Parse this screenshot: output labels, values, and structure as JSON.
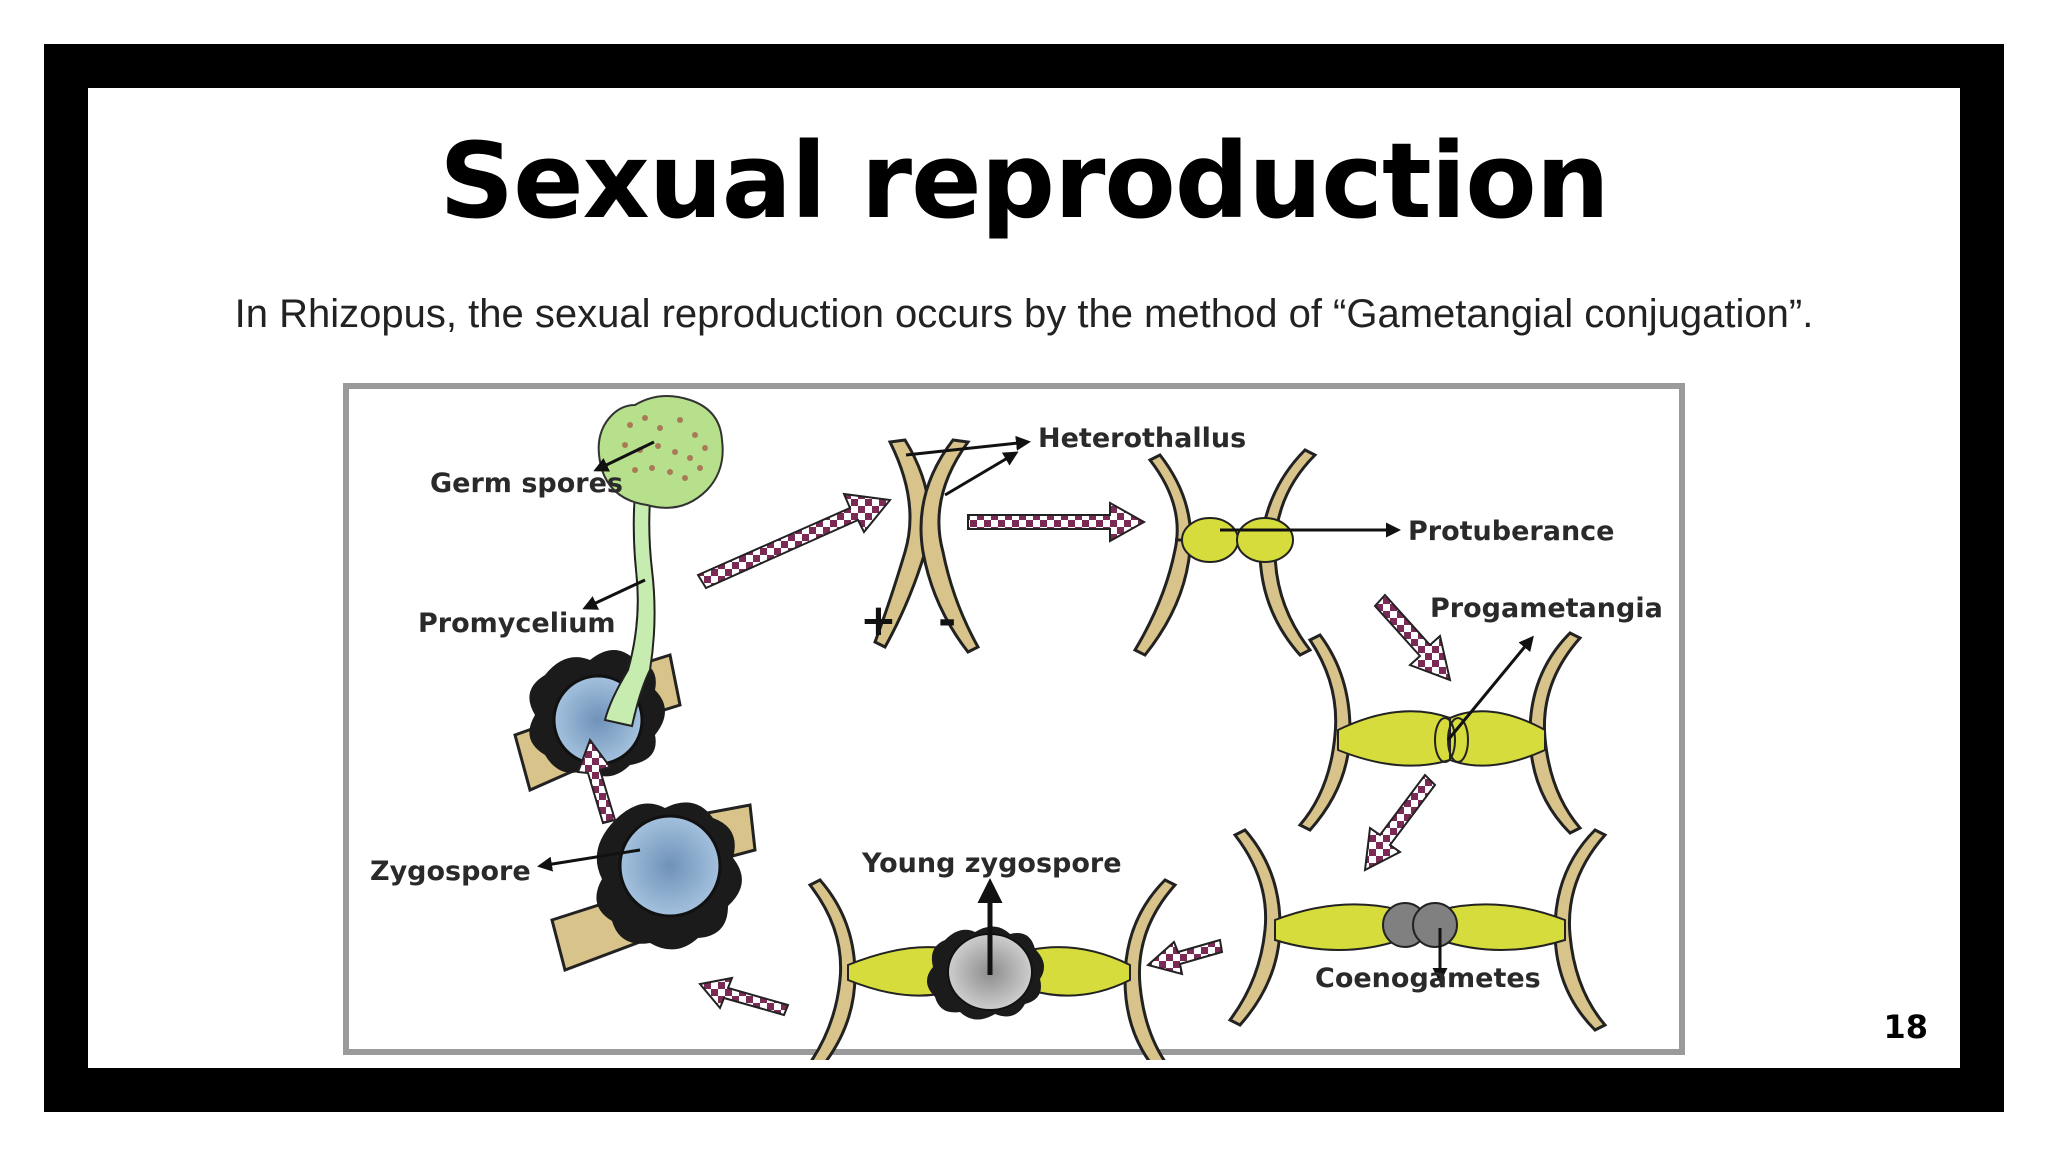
{
  "slide": {
    "title": "Sexual reproduction",
    "subtitle": "In Rhizopus, the sexual reproduction occurs by the method of “Gametangial conjugation”.",
    "page_number": "18"
  },
  "diagram": {
    "labels": {
      "germ_spores": "Germ spores",
      "promycelium": "Promycelium",
      "zygospore": "Zygospore",
      "heterothallus": "Heterothallus",
      "plus": "+",
      "minus": "-",
      "protuberance": "Protuberance",
      "progametangia": "Progametangia",
      "coenogametes": "Coenogametes",
      "young_zygospore": "Young zygospore"
    },
    "colors": {
      "hypha": "#d8c48a",
      "gametangia": "#d6dc3c",
      "zygospore_fill": "#8eb4d8",
      "young_zygospore_fill": "#b5b5b5",
      "coenogamete": "#808080",
      "sporangium": "#b6e08c",
      "arrow_pattern": "#7a2a55",
      "frame": "#000000"
    }
  }
}
